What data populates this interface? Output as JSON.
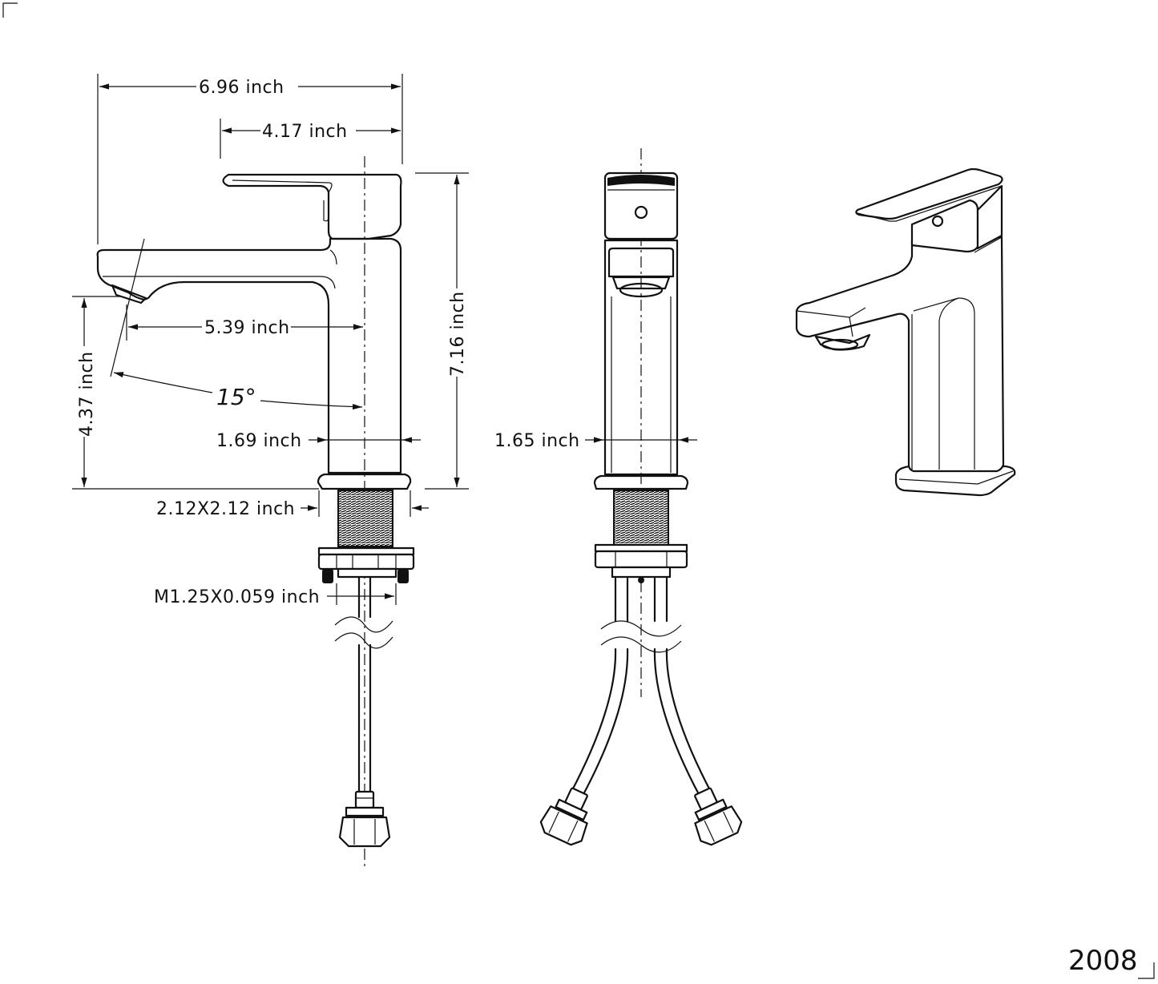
{
  "dimensions": {
    "total_width": "6.96  inch",
    "spout_to_center": "4.17  inch",
    "spout_reach": "5.39 inch",
    "height_total": "7.16 inch",
    "spout_height": "4.37 inch",
    "angle": "15°",
    "body_width_side": "1.69  inch",
    "body_width_front": "1.65  inch",
    "base_size": "2.12X2.12  inch",
    "thread": "M1.25X0.059  inch"
  },
  "model_code": "2008",
  "colors": {
    "line": "#111111",
    "background": "#ffffff"
  }
}
